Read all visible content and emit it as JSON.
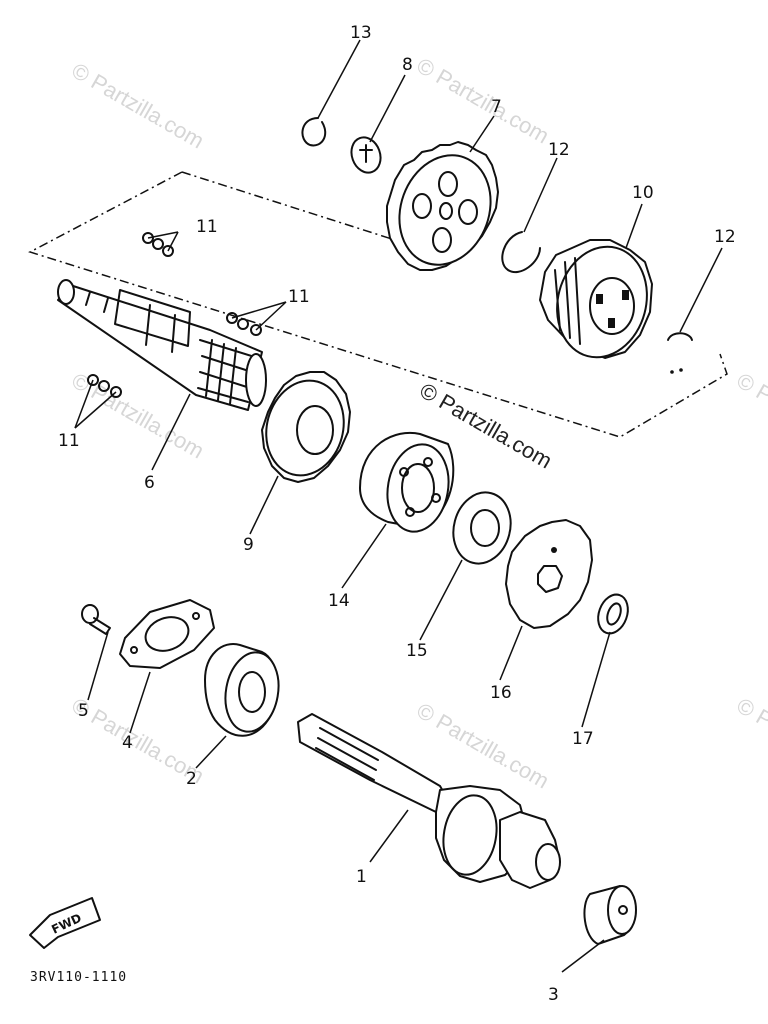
{
  "diagram": {
    "watermark_text": "© Partzilla.com",
    "part_code": "3RV110-1110",
    "fwd_label": "FWD",
    "callouts": {
      "c1": "1",
      "c2": "2",
      "c3": "3",
      "c4": "4",
      "c5": "5",
      "c6": "6",
      "c7": "7",
      "c8": "8",
      "c9": "9",
      "c10": "10",
      "c11a": "11",
      "c11b": "11",
      "c11c": "11",
      "c12a": "12",
      "c12b": "12",
      "c13": "13",
      "c14": "14",
      "c15": "15",
      "c16": "16",
      "c17": "17"
    }
  }
}
